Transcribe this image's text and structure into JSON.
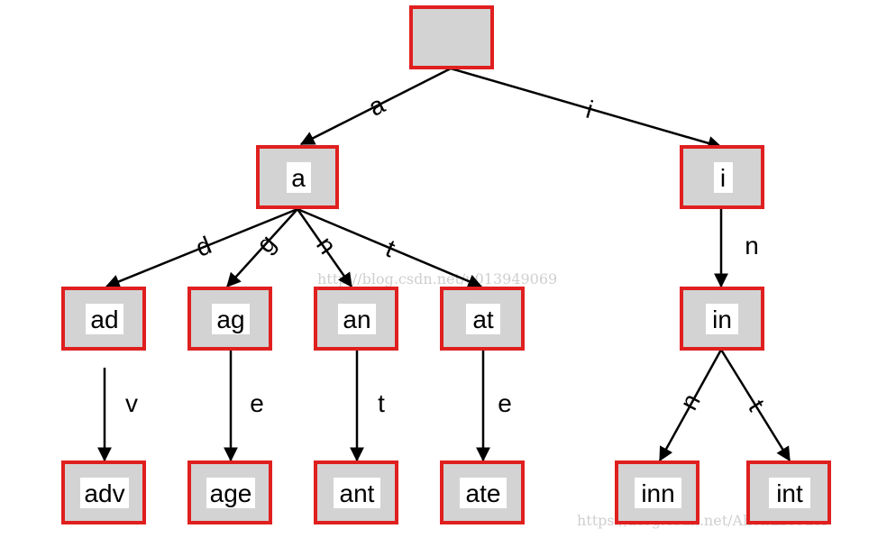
{
  "colors": {
    "node_fill": "#d3d3d3",
    "node_border": "#e01f1f",
    "edge": "#000000",
    "watermark": "#cfcfcf"
  },
  "nodes": {
    "root": "",
    "a": "a",
    "i": "i",
    "ad": "ad",
    "ag": "ag",
    "an": "an",
    "at": "at",
    "in": "in",
    "adv": "adv",
    "age": "age",
    "ant": "ant",
    "ate": "ate",
    "inn": "inn",
    "int": "int"
  },
  "edges": {
    "root_a": "a",
    "root_i": "i",
    "a_ad": "d",
    "a_ag": "g",
    "a_an": "n",
    "a_at": "t",
    "i_in": "n",
    "ad_adv": "v",
    "ag_age": "e",
    "an_ant": "t",
    "at_ate": "e",
    "in_inn": "n",
    "in_int": "t"
  },
  "watermarks": {
    "center": "http://blog.csdn.net/u013949069",
    "bottom": "https://blog.csdn.net/AllenLzcoder"
  }
}
